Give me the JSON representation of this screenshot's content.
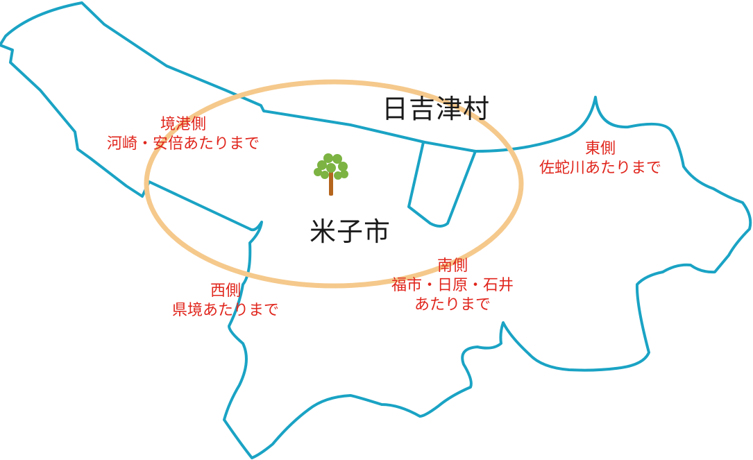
{
  "colors": {
    "boundary": "#1aa3c4",
    "service_area": "#f5c98c",
    "region_text": "#e0261d",
    "city_text": "#1a1a1a",
    "tree_leaves": "#7cb342",
    "tree_trunk": "#b5651d"
  },
  "icons": {
    "center_marker": "tree-icon"
  },
  "labels": {
    "hiezu": "日吉津村",
    "yonago": "米子市",
    "sakaiminato": {
      "line1": "境港側",
      "line2": "河崎・安倍あたりまで"
    },
    "east": {
      "line1": "東側",
      "line2": "佐蛇川あたりまで"
    },
    "south": {
      "line1": "南側",
      "line2": "福市・日原・石井",
      "line3": "あたりまで"
    },
    "west": {
      "line1": "西側",
      "line2": "県境あたりまで"
    }
  }
}
